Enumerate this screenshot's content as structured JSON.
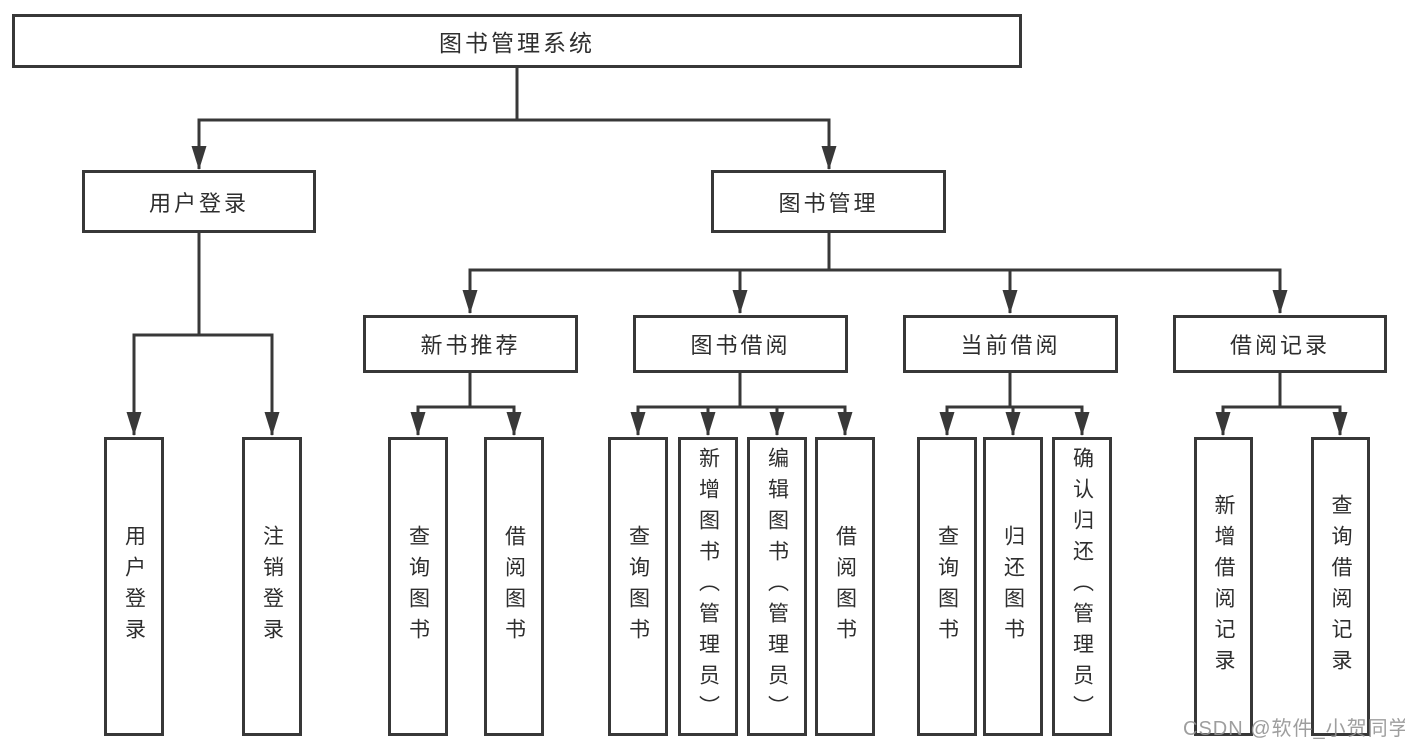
{
  "diagram": {
    "root": "图书管理系统",
    "level2": [
      "用户登录",
      "图书管理"
    ],
    "level3": [
      "新书推荐",
      "图书借阅",
      "当前借阅",
      "借阅记录"
    ],
    "leaves": {
      "user_login": [
        "用户登录",
        "注销登录"
      ],
      "new_books": [
        "查询图书",
        "借阅图书"
      ],
      "borrow": [
        "查询图书",
        "新增图书（管理员）",
        "编辑图书（管理员）",
        "借阅图书"
      ],
      "current": [
        "查询图书",
        "归还图书",
        "确认归还（管理员）"
      ],
      "records": [
        "新增借阅记录",
        "查询借阅记录"
      ]
    }
  },
  "watermark": "CSDN @软件_小贺同学",
  "colors": {
    "line": "#383838",
    "border": "#383838",
    "text": "#2e2e2e",
    "watermark": "#949494",
    "background": "#ffffff"
  }
}
